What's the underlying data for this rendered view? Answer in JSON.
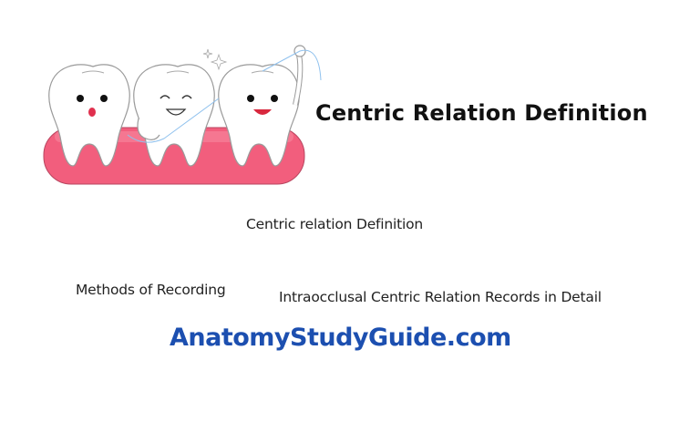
{
  "title": "Centric Relation Definition",
  "links": [
    {
      "label": "Centric relation Definition"
    },
    {
      "label": "Methods of Recording"
    },
    {
      "label": "Intraocclusal Centric Relation Records in Detail"
    }
  ],
  "brand": "AnatomyStudyGuide.com",
  "illustration": {
    "icon": "cartoon-teeth-flossing",
    "gum_color": "#f25e7d",
    "brand_color": "#1c4fb0"
  }
}
